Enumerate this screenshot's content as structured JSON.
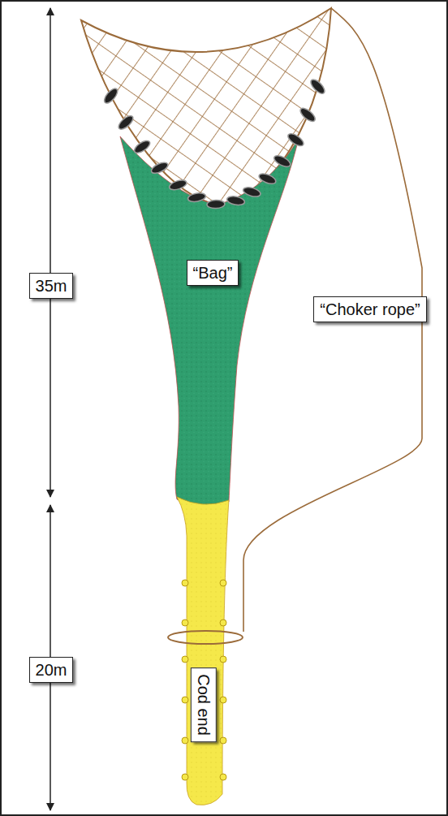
{
  "diagram": {
    "nodes": [
      {
        "text": [
          "35m"
        ]
      },
      {
        "text": [
          "“Bag”"
        ]
      },
      {
        "text": [
          "“Choker rope”"
        ]
      },
      {
        "text": [
          "20m"
        ]
      },
      {
        "text": [
          "Cod end"
        ]
      }
    ]
  }
}
